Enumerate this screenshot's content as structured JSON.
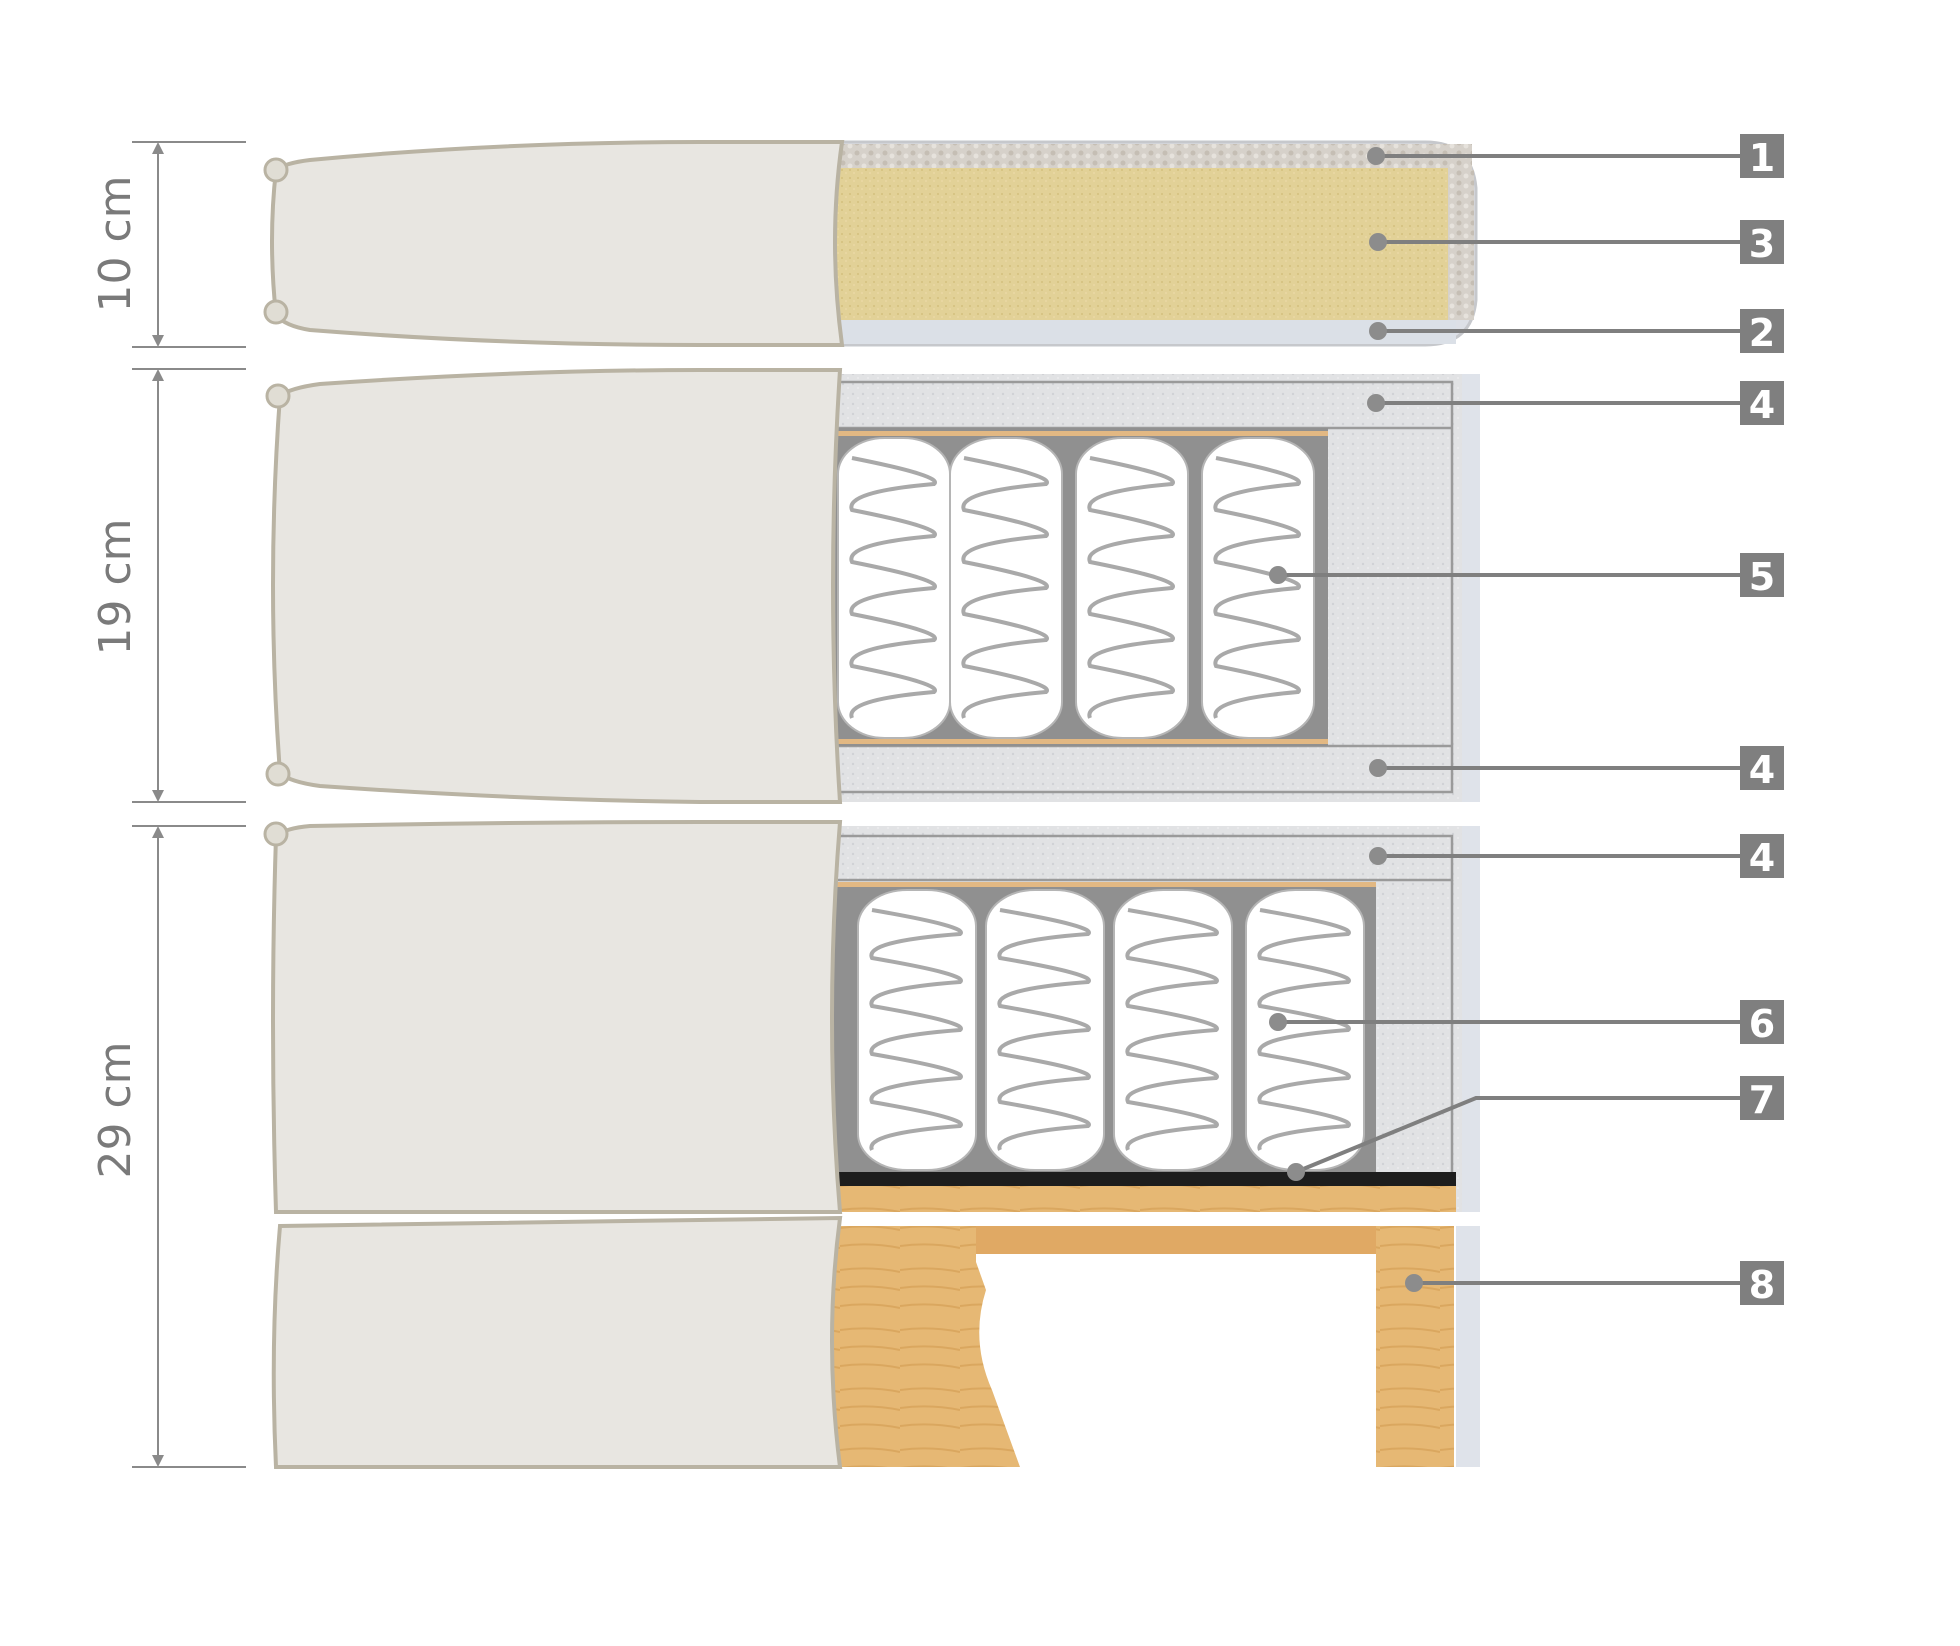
{
  "dimensions": [
    {
      "label": "10 cm"
    },
    {
      "label": "19 cm"
    },
    {
      "label": "29 cm"
    }
  ],
  "callouts": [
    "1",
    "3",
    "2",
    "4",
    "5",
    "4",
    "4",
    "6",
    "7",
    "8"
  ],
  "colors": {
    "fabric": "#e9e7e2",
    "fabric_edge": "#b9b3a3",
    "comfort_foam": "#e1d196",
    "topper_fiber": "#d2cdc6",
    "wool_layer": "#dcdfe5",
    "felt_layer": "#e3e3e3",
    "spring_pocket": "#ffffff",
    "spring_wire": "#a9a9a9",
    "wood": "#e3b36e",
    "black_layer": "#1d1d1d",
    "callout_badge": "#7f7f7f",
    "leader_line": "#7f7f7f",
    "dimension_line": "#8a8a8a"
  }
}
